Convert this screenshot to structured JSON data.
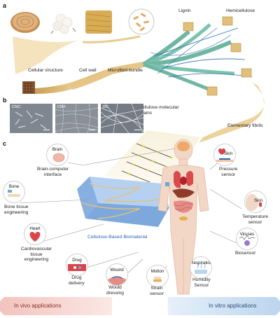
{
  "panels": {
    "a": "a",
    "b": "b",
    "c": "c"
  },
  "panel_a": {
    "lignin": "Lignin",
    "hemicellulose": "Hemicellulose",
    "cellular_structure": "Cellular structure",
    "cell_wall": "Cell wall",
    "microfibril_bundle": "Microfibril bundle",
    "cellulose_molecular_chains": "Cellulose molecular\nchains",
    "elementary_fibrils": "Elementary fibrils"
  },
  "panel_b": {
    "images": [
      "CNC",
      "CNF",
      "BC"
    ]
  },
  "panel_c": {
    "biomaterial": "Cellulose-Based Biomaterial",
    "in_vivo": [
      {
        "title": "Brain",
        "label": "Brain-computer\ninterface"
      },
      {
        "title": "Bone",
        "label": "Bone tissue\nengineering"
      },
      {
        "title": "Heart",
        "label": "Cardiovascular\ntissue\nengineering"
      },
      {
        "title": "Drug",
        "label": "Drug\ndelivery"
      },
      {
        "title": "Wound",
        "label": "Would\ndressing"
      }
    ],
    "in_vitro": [
      {
        "title": "Motion",
        "label": "Strain\nsensor"
      },
      {
        "title": "Respiration",
        "label": "Humidity\nSensor"
      },
      {
        "title": "Viruses",
        "label": "Biosensor"
      },
      {
        "title": "Skin",
        "label": "Temperature\nsensor"
      },
      {
        "title": "Skin",
        "label": "Pressure\nsensor"
      }
    ],
    "in_vivo_label": "In vivo applications",
    "in_vitro_label": "In vitro applications"
  },
  "colors": {
    "fiber": "#d9b46a",
    "fibril": "#6fb7a3",
    "body": "#f2d7c6",
    "in_vivo_banner": "#f4c9c4",
    "in_vitro_banner": "#c9ddf0",
    "label_blue": "#2a63b8",
    "gel": "#8fb6e6"
  }
}
